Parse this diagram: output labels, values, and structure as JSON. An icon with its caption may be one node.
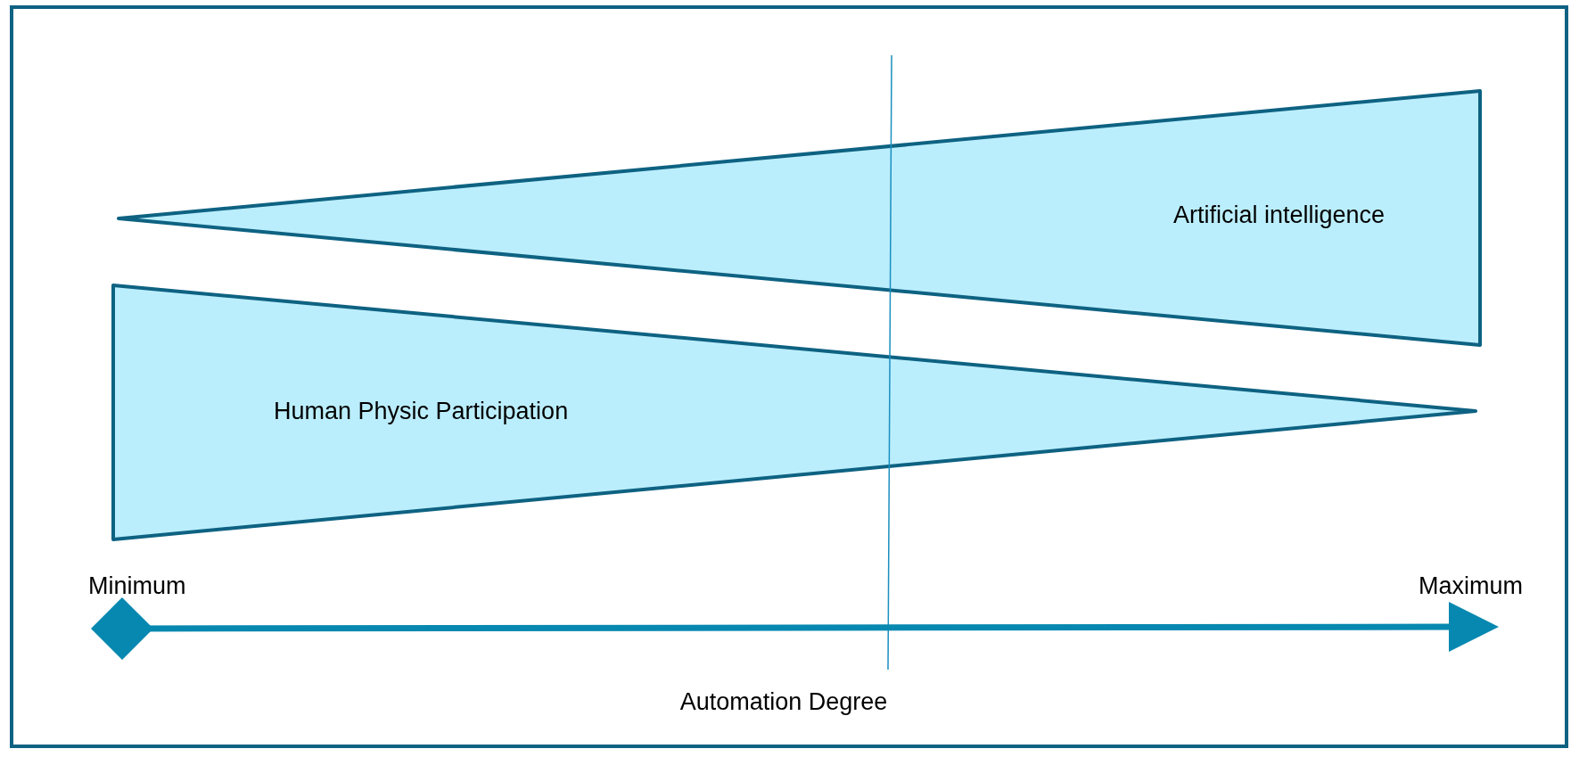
{
  "diagram": {
    "nodes": [
      {
        "text": [
          "Artificial intelligence"
        ]
      },
      {
        "text": [
          "Human Physic Participation"
        ]
      }
    ],
    "labels": [
      "Minimum",
      "Maximum",
      "Automation Degree"
    ]
  }
}
